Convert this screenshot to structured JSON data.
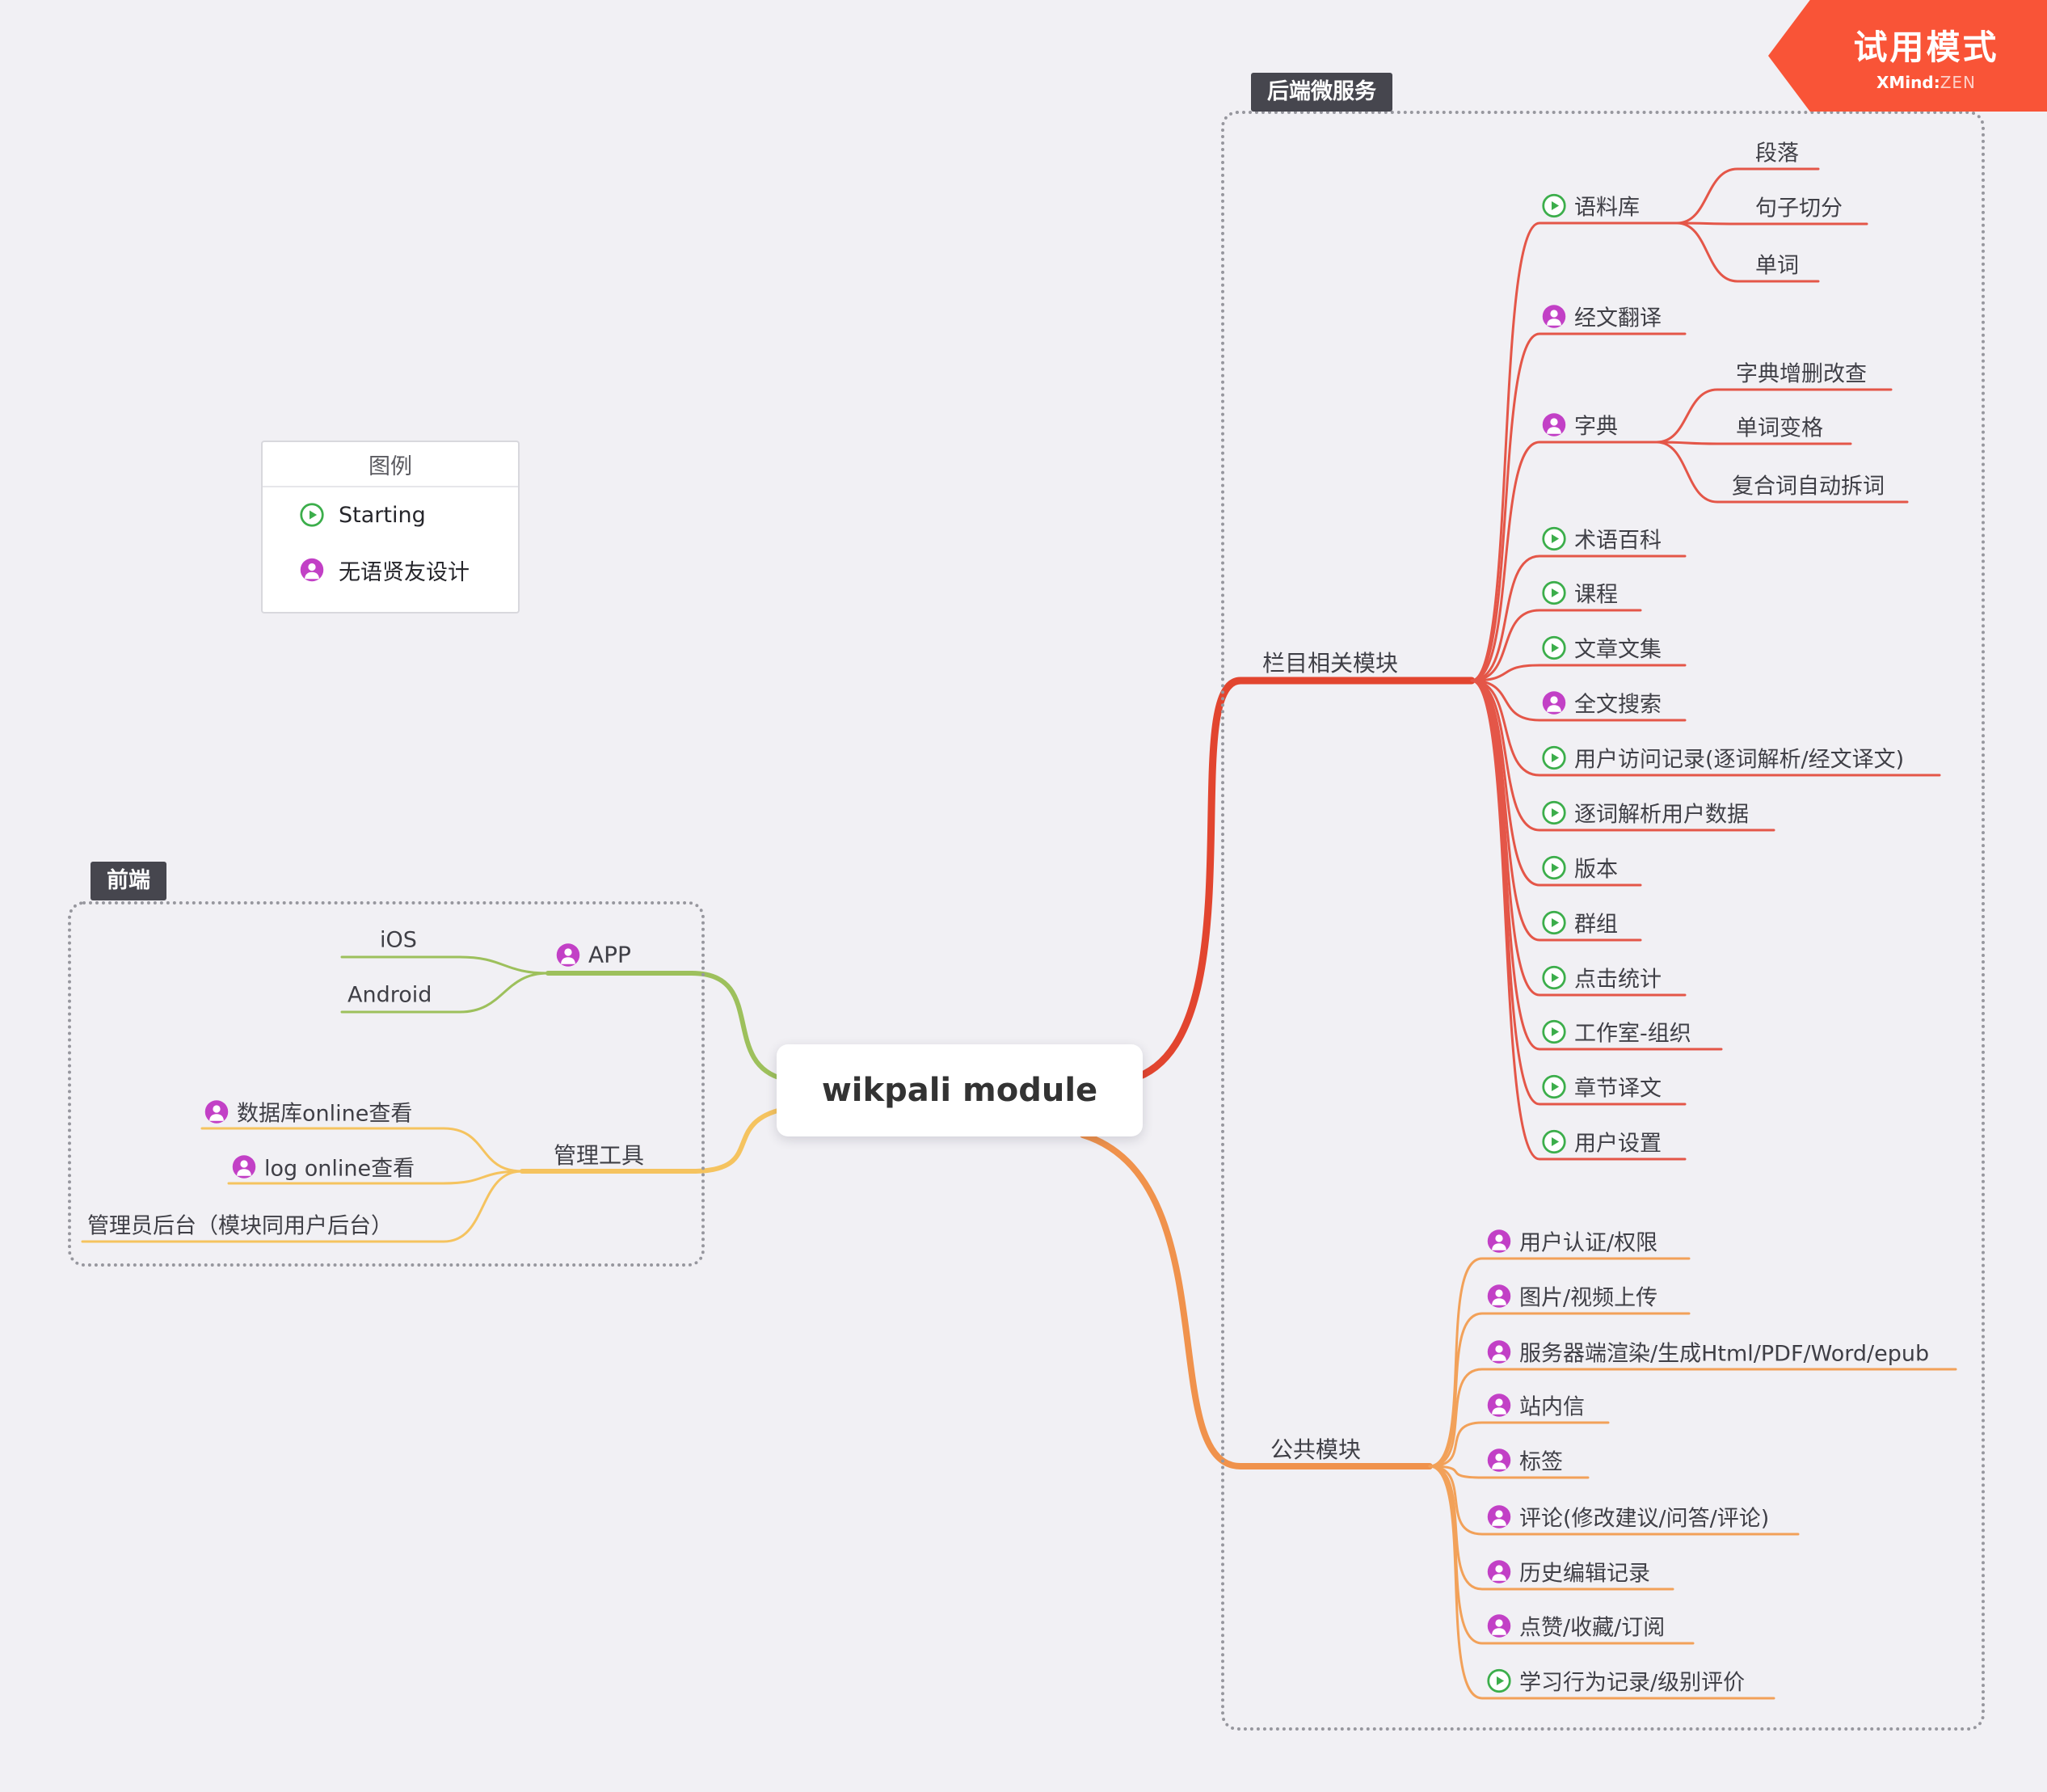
{
  "banner": {
    "title": "试用模式",
    "brand_bold": "XMind:",
    "brand_light": "ZEN"
  },
  "root": {
    "label": "wikpali module"
  },
  "groups": {
    "frontend": "前端",
    "backend": "后端微服务"
  },
  "legend": {
    "title": "图例",
    "items": [
      {
        "icon": "play-icon",
        "label": "Starting"
      },
      {
        "icon": "user-icon",
        "label": "无语贤友设计"
      }
    ]
  },
  "branches": {
    "columns": {
      "label": "栏目相关模块",
      "children": [
        {
          "icon": "play-icon",
          "label": "语料库",
          "children": [
            {
              "label": "段落"
            },
            {
              "label": "句子切分"
            },
            {
              "label": "单词"
            }
          ]
        },
        {
          "icon": "user-icon",
          "label": "经文翻译"
        },
        {
          "icon": "user-icon",
          "label": "字典",
          "children": [
            {
              "label": "字典增删改查"
            },
            {
              "label": "单词变格"
            },
            {
              "label": "复合词自动拆词"
            }
          ]
        },
        {
          "icon": "play-icon",
          "label": "术语百科"
        },
        {
          "icon": "play-icon",
          "label": "课程"
        },
        {
          "icon": "play-icon",
          "label": "文章文集"
        },
        {
          "icon": "user-icon",
          "label": "全文搜索"
        },
        {
          "icon": "play-icon",
          "label": "用户访问记录(逐词解析/经文译文)"
        },
        {
          "icon": "play-icon",
          "label": "逐词解析用户数据"
        },
        {
          "icon": "play-icon",
          "label": "版本"
        },
        {
          "icon": "play-icon",
          "label": "群组"
        },
        {
          "icon": "play-icon",
          "label": "点击统计"
        },
        {
          "icon": "play-icon",
          "label": "工作室-组织"
        },
        {
          "icon": "play-icon",
          "label": "章节译文"
        },
        {
          "icon": "play-icon",
          "label": "用户设置"
        }
      ]
    },
    "public": {
      "label": "公共模块",
      "children": [
        {
          "icon": "user-icon",
          "label": "用户认证/权限"
        },
        {
          "icon": "user-icon",
          "label": "图片/视频上传"
        },
        {
          "icon": "user-icon",
          "label": "服务器端渲染/生成Html/PDF/Word/epub"
        },
        {
          "icon": "user-icon",
          "label": "站内信"
        },
        {
          "icon": "user-icon",
          "label": "标签"
        },
        {
          "icon": "user-icon",
          "label": "评论(修改建议/问答/评论)"
        },
        {
          "icon": "user-icon",
          "label": "历史编辑记录"
        },
        {
          "icon": "user-icon",
          "label": "点赞/收藏/订阅"
        },
        {
          "icon": "play-icon",
          "label": "学习行为记录/级别评价"
        }
      ]
    },
    "app": {
      "icon": "user-icon",
      "label": "APP",
      "children": [
        {
          "label": "iOS"
        },
        {
          "label": "Android"
        }
      ]
    },
    "admin": {
      "label": "管理工具",
      "children": [
        {
          "icon": "user-icon",
          "label": "数据库online查看"
        },
        {
          "icon": "user-icon",
          "label": "log online查看"
        },
        {
          "label": "管理员后台（模块同用户后台）"
        }
      ]
    }
  },
  "colors": {
    "columns_branch": "#e2452f",
    "public_branch": "#f0924c",
    "app_branch": "#9dc05c",
    "admin_branch": "#f5c35f",
    "play_icon": "#3cae4b",
    "user_icon": "#c240c6",
    "banner": "#f95437",
    "background": "#f1f0f4"
  }
}
